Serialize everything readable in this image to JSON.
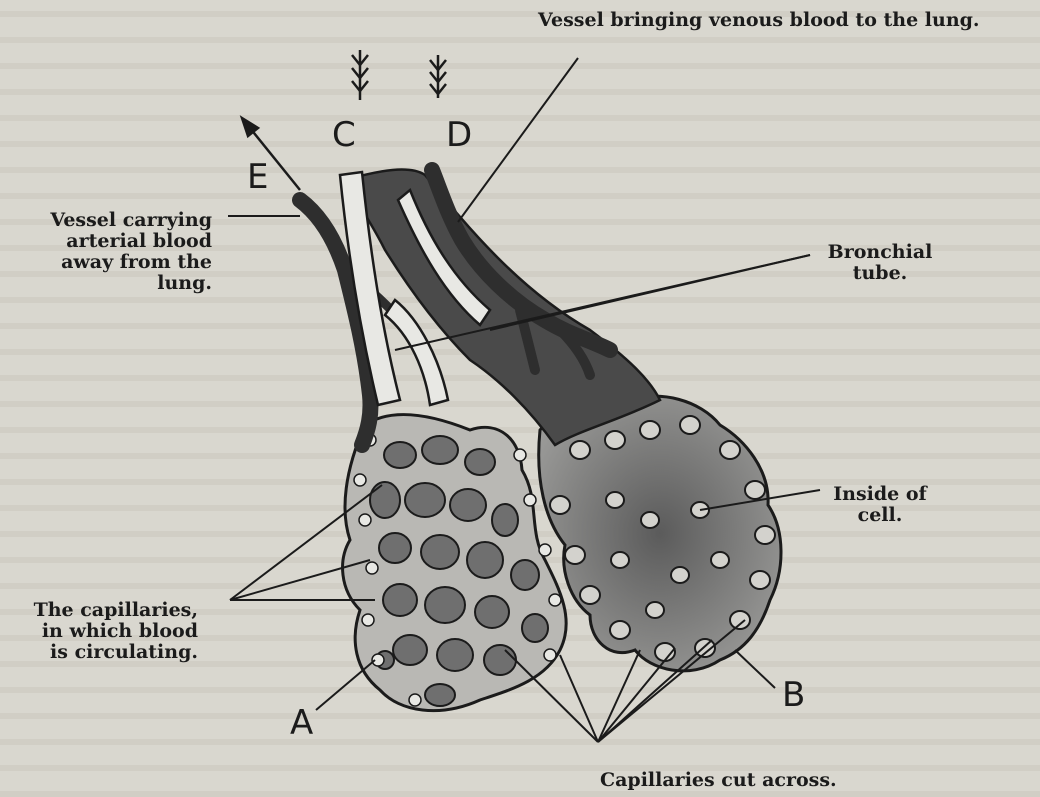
{
  "background_color": "#d9d7cf",
  "labels": {
    "venous_vessel": "Vessel bringing venous blood to the lung.",
    "arterial_vessel": "Vessel carrying\narterial blood\naway from the\nlung.",
    "bronchial_tube": "Bronchial\ntube.",
    "inside_cell": "Inside of\ncell.",
    "capillaries_circulating": "The capillaries,\nin which blood\nis circulating.",
    "capillaries_cut": "Capillaries cut across."
  },
  "letters": {
    "a": "A",
    "b": "B",
    "c": "C",
    "d": "D",
    "e": "E"
  }
}
